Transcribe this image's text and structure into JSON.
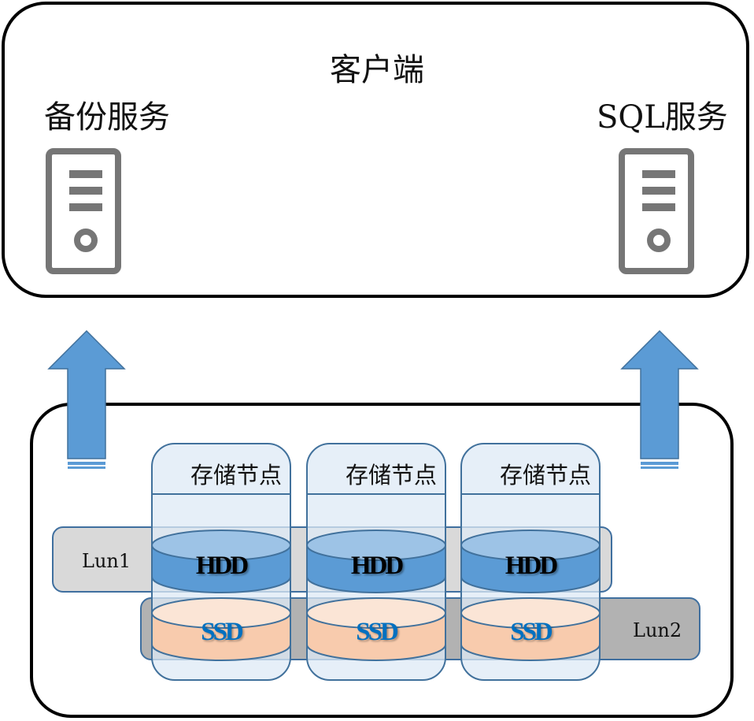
{
  "client": {
    "title": "客户端",
    "services": [
      {
        "label": "备份服务",
        "icon": "server-icon"
      },
      {
        "label": "SQL服务",
        "icon": "server-icon"
      }
    ]
  },
  "storage": {
    "nodes": [
      {
        "label": "存储节点",
        "hdd": "HDD",
        "ssd": "SSD"
      },
      {
        "label": "存储节点",
        "hdd": "HDD",
        "ssd": "SSD"
      },
      {
        "label": "存储节点",
        "hdd": "HDD",
        "ssd": "SSD"
      }
    ],
    "luns": [
      {
        "label": "Lun1",
        "tier": "HDD"
      },
      {
        "label": "Lun2",
        "tier": "SSD"
      }
    ]
  },
  "colors": {
    "arrow": "#5b9bd5",
    "hdd_top": "#9dc3e6",
    "hdd_side": "#5b9bd5",
    "ssd_top": "#fbe5d6",
    "ssd_side": "#f8cbad",
    "ssd_text": "#0070c0",
    "node_border": "#41719c"
  }
}
